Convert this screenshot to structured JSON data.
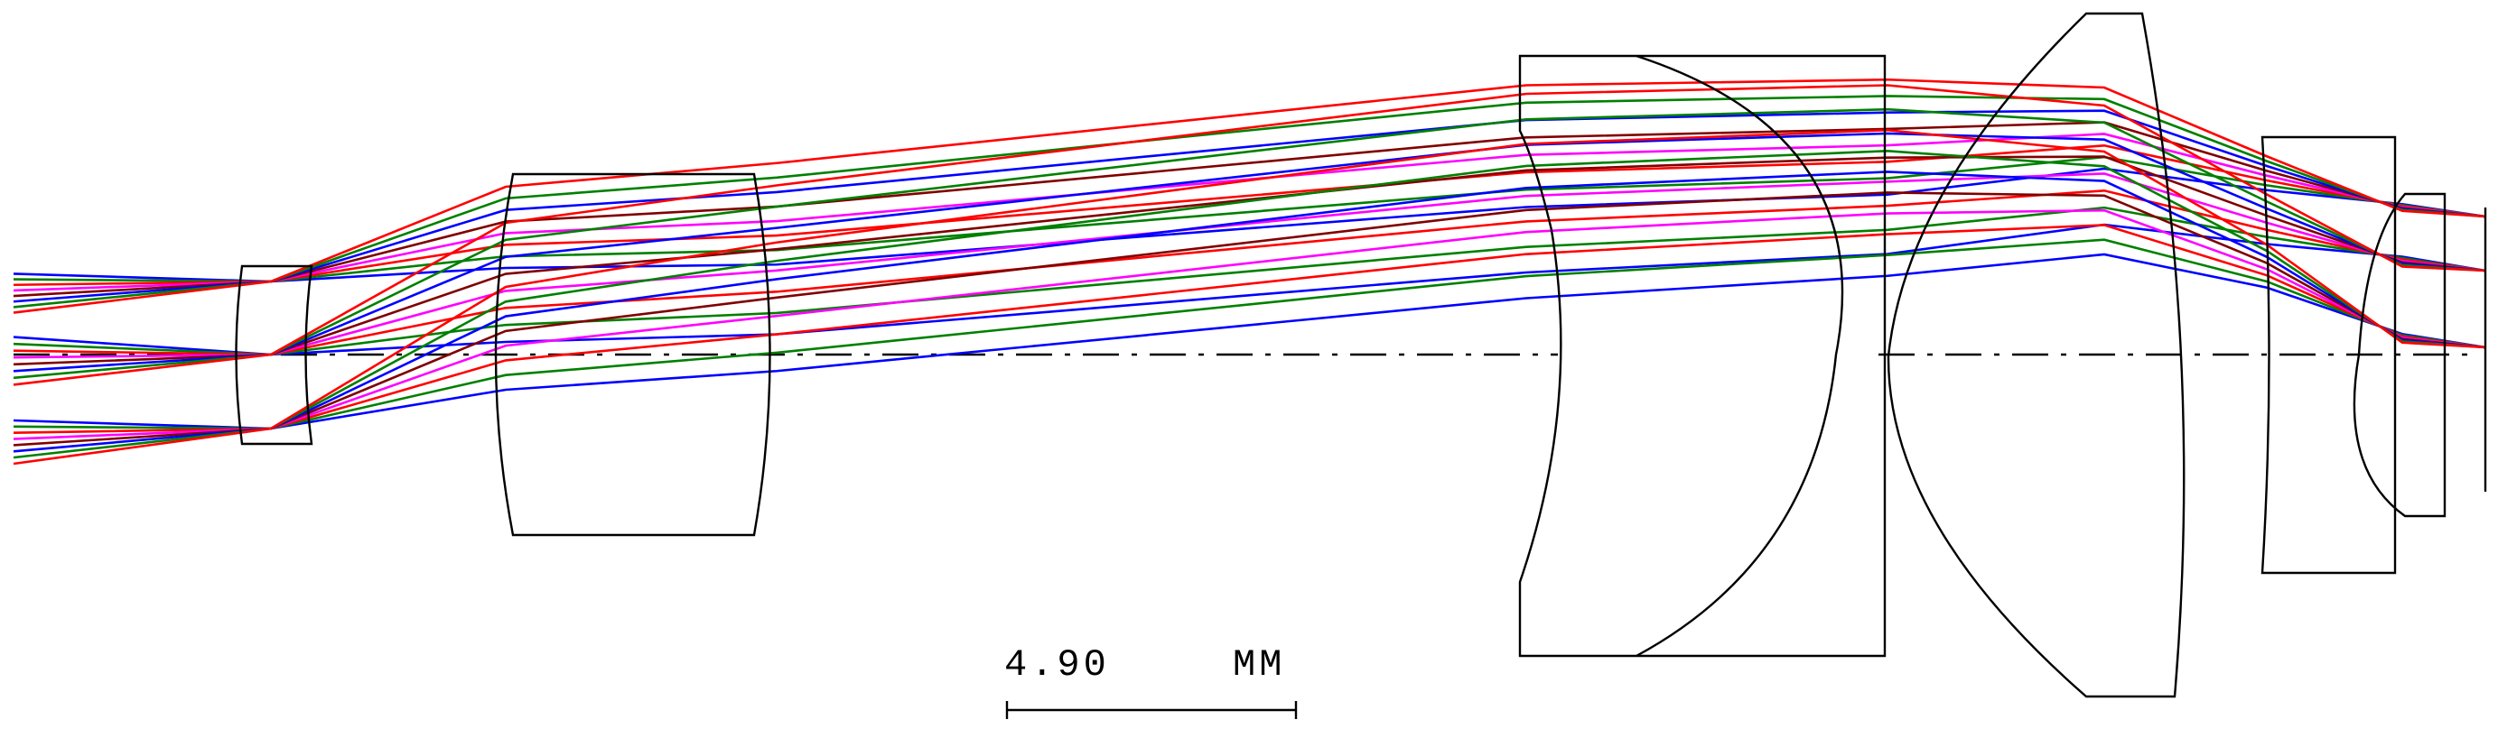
{
  "diagram": {
    "type": "optical-layout",
    "scale_bar": {
      "value": "4.90",
      "unit": "MM"
    },
    "ray_colors": [
      "#0000ff",
      "#008000",
      "#ff0000",
      "#ff00ff",
      "#800000"
    ],
    "field_bundles": 3,
    "elements": [
      "stop-element",
      "lens-1",
      "lens-2",
      "lens-3",
      "lens-4",
      "lens-5",
      "image-plane"
    ]
  }
}
